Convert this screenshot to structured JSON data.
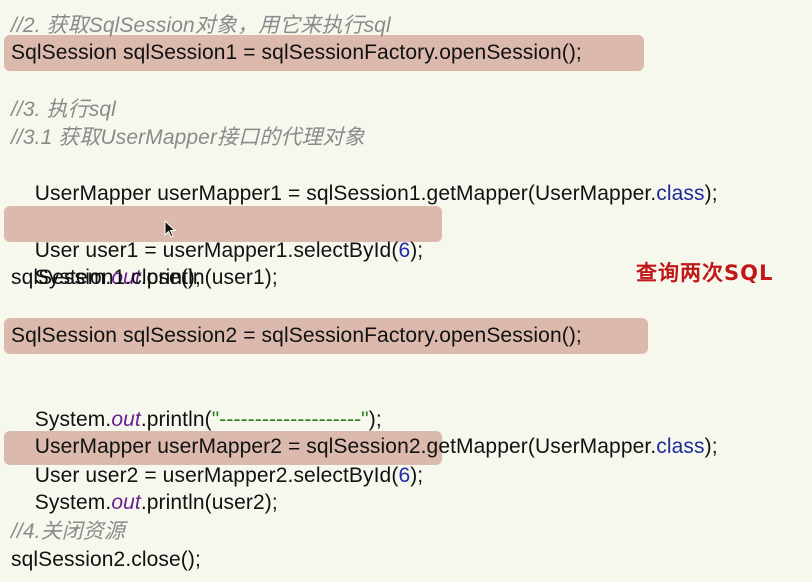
{
  "code_lines": {
    "l1": "//2. 获取SqlSession对象，用它来执行sql",
    "l2": "SqlSession sqlSession1 = sqlSessionFactory.openSession();",
    "l3": "//3. 执行sql",
    "l4": "//3.1 获取UserMapper接口的代理对象",
    "l5_pre": "UserMapper userMapper1 = sqlSession1.getMapper(UserMapper.",
    "l5_kw": "class",
    "l5_post": ");",
    "l6_pre": "User user1 = userMapper1.selectById(",
    "l6_num": "6",
    "l6_post": ");",
    "l7_pre": "System.",
    "l7_field": "out",
    "l7_post": ".println(user1);",
    "l8": "sqlSession1.close();",
    "l9": "SqlSession sqlSession2 = sqlSessionFactory.openSession();",
    "l10_pre": "System.",
    "l10_field": "out",
    "l10_mid": ".println(",
    "l10_str": "\"--------------------\"",
    "l10_post": ");",
    "l11_pre": "UserMapper userMapper2 = sqlSession2.getMapper(UserMapper.",
    "l11_kw": "class",
    "l11_post": ");",
    "l12_pre": "User user2 = userMapper2.selectById(",
    "l12_num": "6",
    "l12_post": ");",
    "l13_pre": "System.",
    "l13_field": "out",
    "l13_post": ".println(user2);",
    "l14": "//4.关闭资源",
    "l15": "sqlSession2.close();"
  },
  "annotation": "查询两次SQL",
  "colors": {
    "background": "#f6f8ee",
    "highlight": "#d8b4a7",
    "annotation": "#c01818",
    "comment": "#8a8a8a",
    "keyword": "#1e2a9a",
    "field": "#6a1f91",
    "string": "#2f7d1e"
  },
  "cursor_icon": "mouse-pointer-icon"
}
